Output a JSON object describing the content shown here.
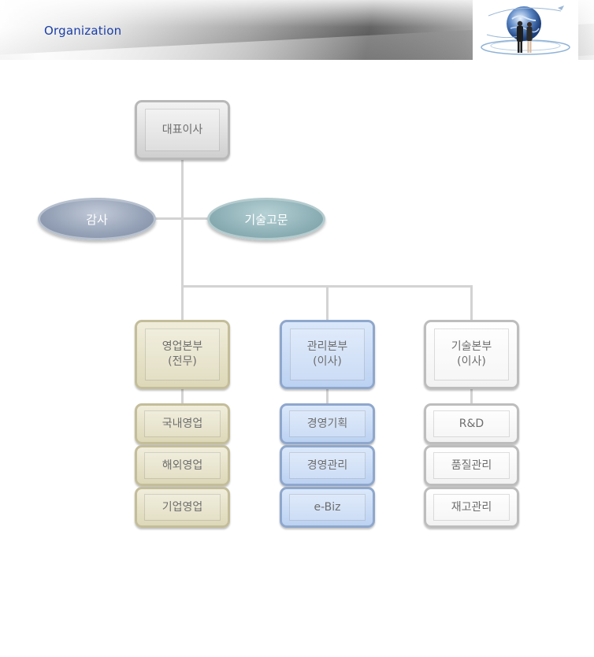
{
  "header": {
    "title": "Organization"
  },
  "chart": {
    "ceo": "대표이사",
    "advisors": {
      "audit": "감사",
      "tech_advisor": "기술고문"
    },
    "divisions": [
      {
        "name": "영업본부\n(전무)",
        "teams": [
          "국내영업",
          "해외영업",
          "기업영업"
        ]
      },
      {
        "name": "관리본부\n(이사)",
        "teams": [
          "경영기획",
          "경영관리",
          "e-Biz"
        ]
      },
      {
        "name": "기술본부\n(이사)",
        "teams": [
          "R&D",
          "품질관리",
          "재고관리"
        ]
      }
    ]
  },
  "colors": {
    "title_blue": "#1a3ea8",
    "connector": "#d3d3d3",
    "sales": "#e6e2c8",
    "admin": "#c9dbf6",
    "tech": "#ffffff"
  },
  "icons": {
    "logo": "globe-businesspeople-icon"
  }
}
